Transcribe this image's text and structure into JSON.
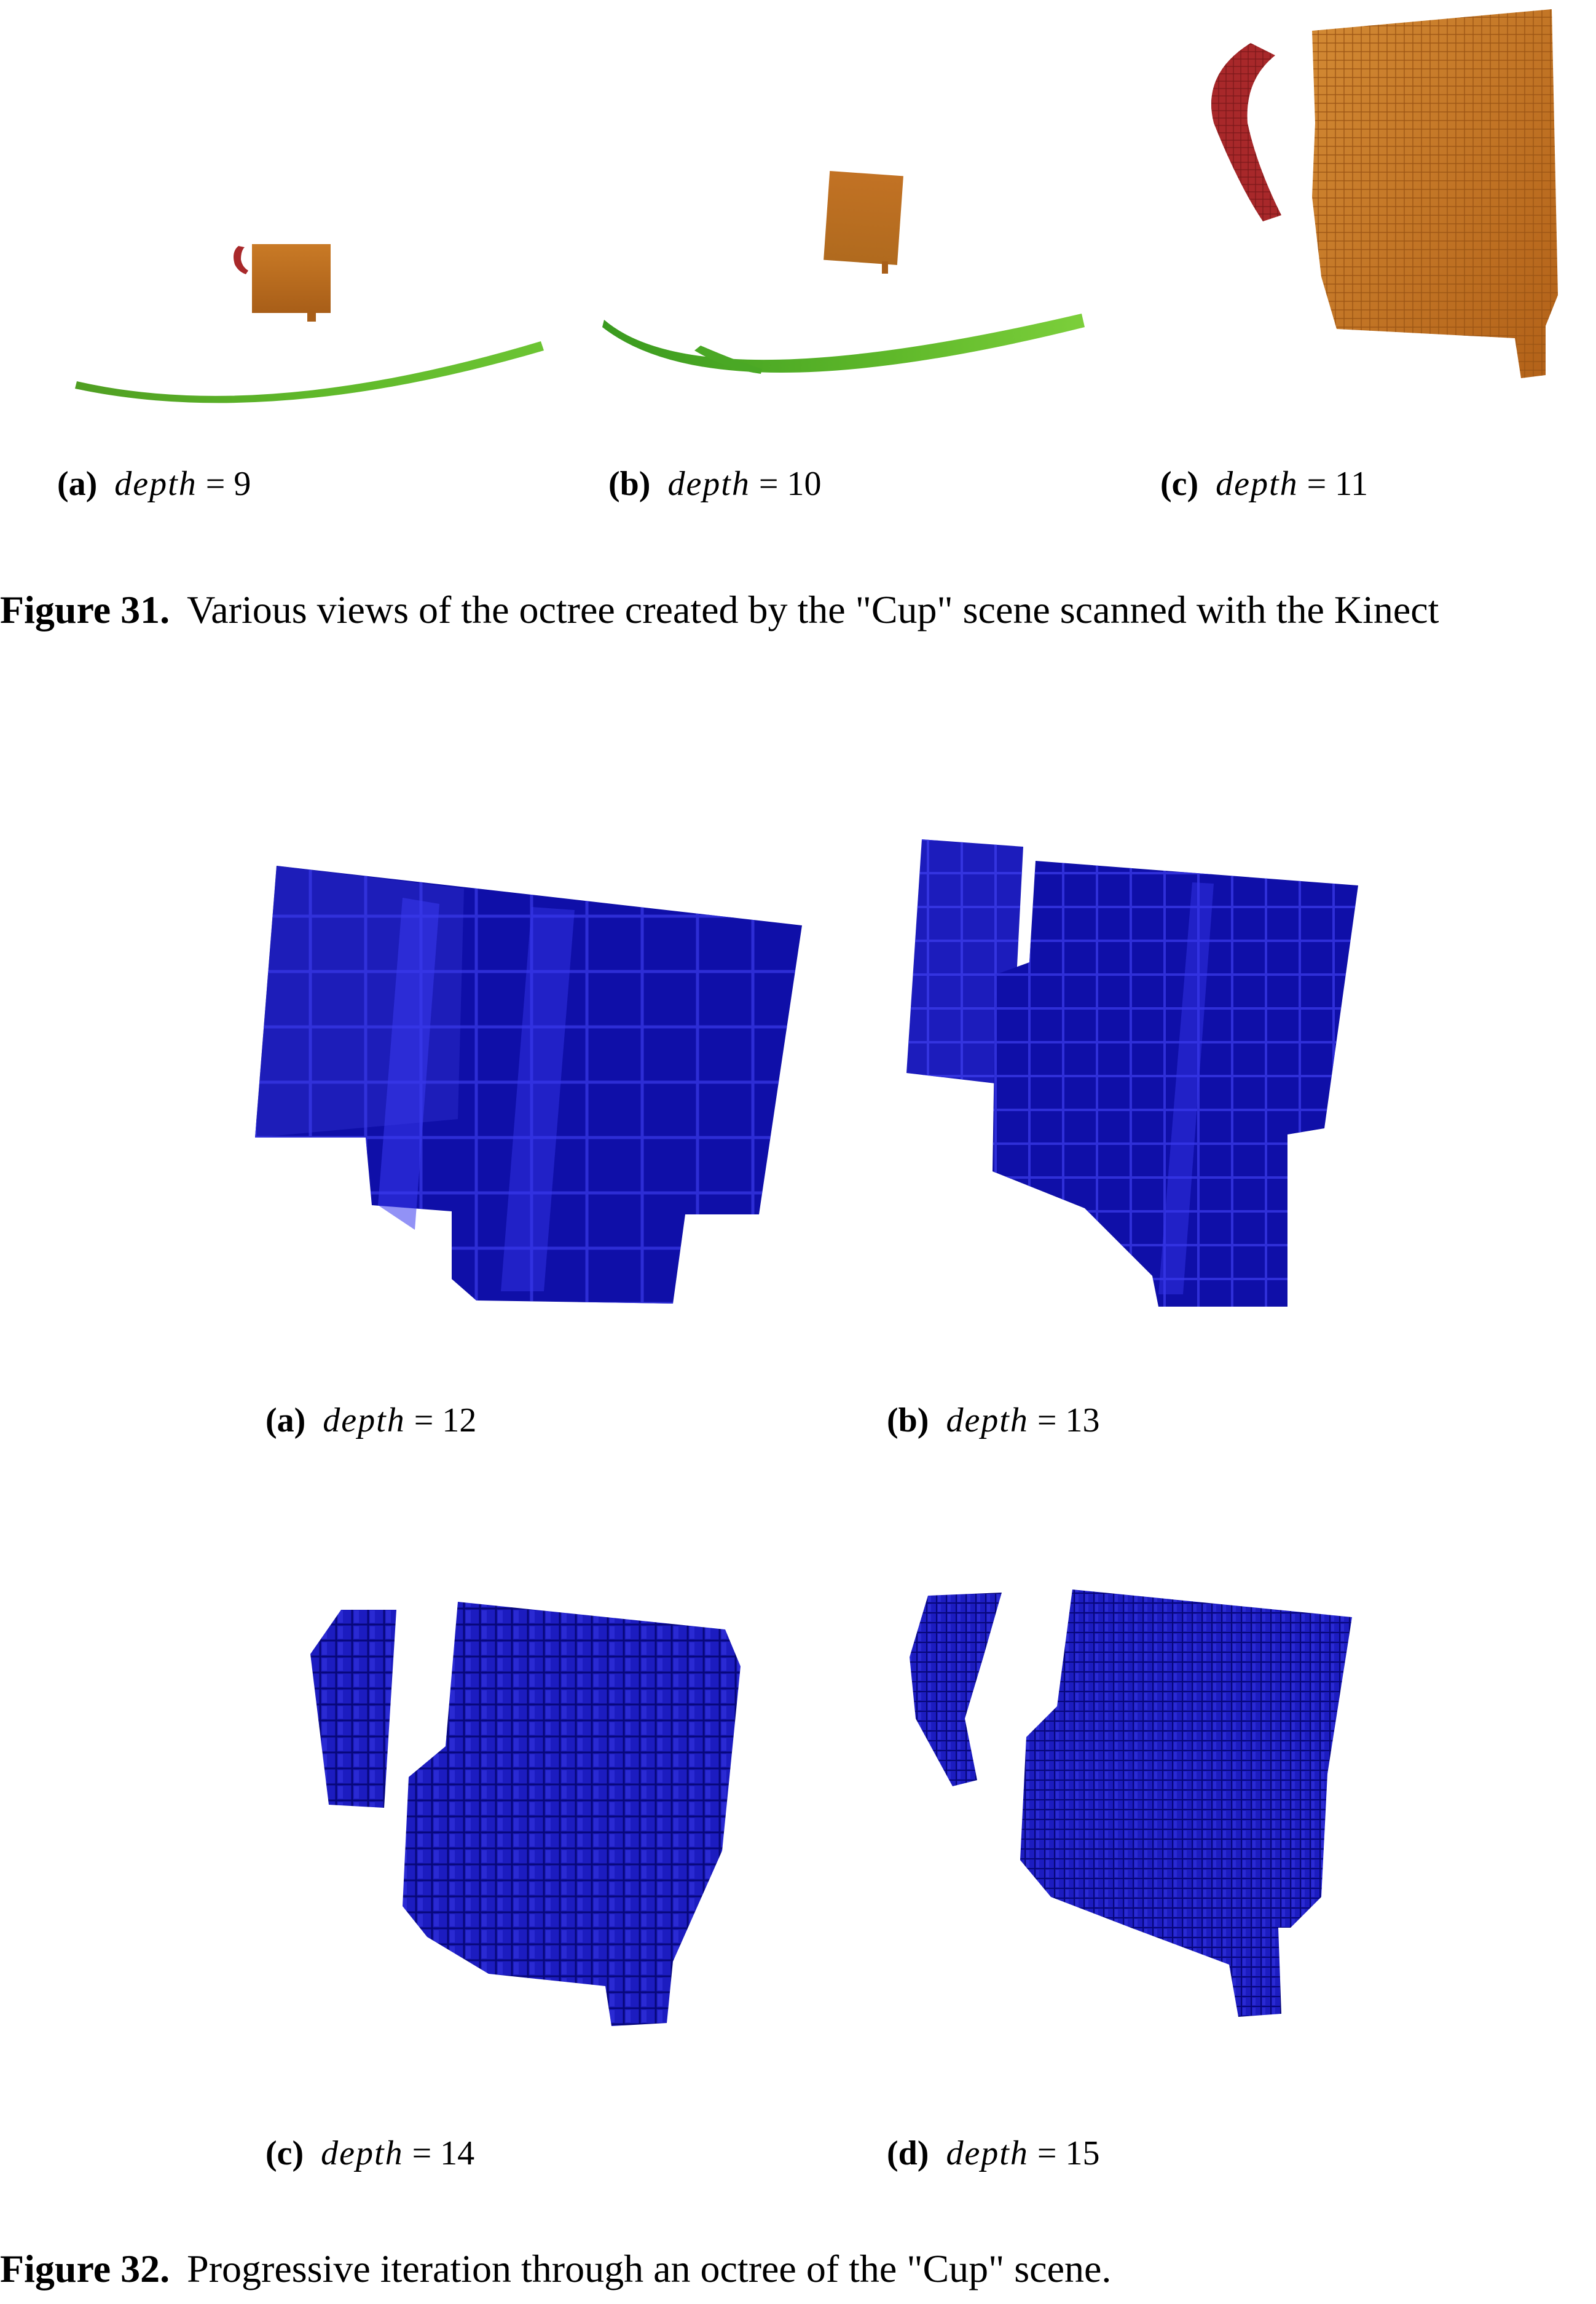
{
  "figure31": {
    "number": "Figure 31.",
    "caption": "Various views of the octree created by the \"Cup\" scene scanned with the Kinect",
    "subfigures": [
      {
        "label": "(a)",
        "var": "depth",
        "value": "9"
      },
      {
        "label": "(b)",
        "var": "depth",
        "value": "10"
      },
      {
        "label": "(c)",
        "var": "depth",
        "value": "11"
      }
    ]
  },
  "figure32": {
    "number": "Figure 32.",
    "caption": "Progressive iteration through an octree of the \"Cup\" scene.",
    "subfigures": [
      {
        "label": "(a)",
        "var": "depth",
        "value": "12"
      },
      {
        "label": "(b)",
        "var": "depth",
        "value": "13"
      },
      {
        "label": "(c)",
        "var": "depth",
        "value": "14"
      },
      {
        "label": "(d)",
        "var": "depth",
        "value": "15"
      }
    ]
  },
  "colors": {
    "table_green": "#5fb82a",
    "cup_orange": "#c97a26",
    "handle_red": "#a8282a",
    "voxel_blue": "#1a1acc"
  }
}
